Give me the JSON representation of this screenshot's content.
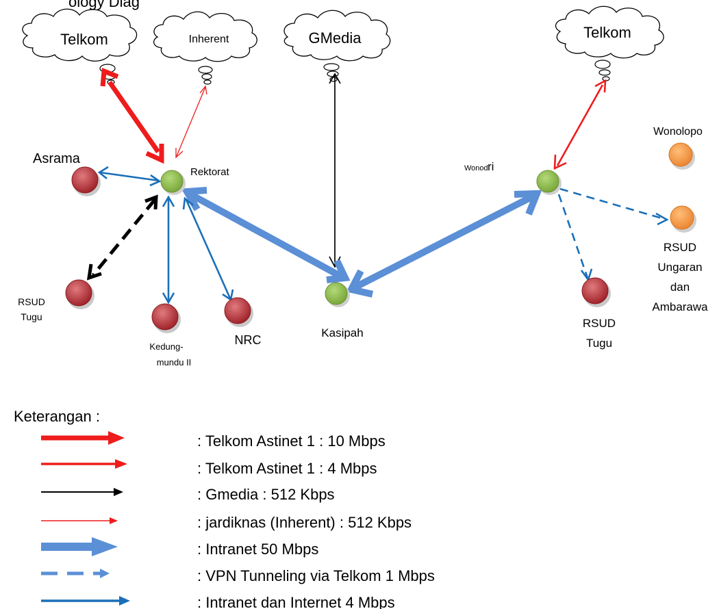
{
  "header_partial": "ology Diag",
  "clouds": {
    "telkom_left": "Telkom",
    "inherent": "Inherent",
    "gmedia": "GMedia",
    "telkom_right": "Telkom"
  },
  "nodes": {
    "asrama": "Asrama",
    "rektorat": "Rektorat",
    "rsud_tugu_left": [
      "RSUD",
      "Tugu"
    ],
    "kedungmundu": [
      "Kedung-",
      "mundu II"
    ],
    "nrc": "NRC",
    "kasipah": "Kasipah",
    "wonodri_small": "Wonod",
    "wonodri_large": "ri",
    "wonolopo": "Wonolopo",
    "rsud_ungaran": [
      "RSUD",
      "Ungaran",
      "dan",
      "Ambarawa"
    ],
    "rsud_tugu_right": [
      "RSUD",
      "Tugu"
    ]
  },
  "legend": {
    "title": "Keterangan :",
    "items": [
      {
        "text": ": Telkom Astinet 1 : 10 Mbps",
        "style": "red-thick"
      },
      {
        "text": ": Telkom Astinet 1 : 4 Mbps",
        "style": "red-medium"
      },
      {
        "text": ": Gmedia : 512 Kbps",
        "style": "black-thin"
      },
      {
        "text": ": jardiknas (Inherent) : 512 Kbps",
        "style": "red-thin"
      },
      {
        "text": ": Intranet 50 Mbps",
        "style": "blue-wide"
      },
      {
        "text": ": VPN Tunneling via Telkom 1 Mbps",
        "style": "blue-dashed"
      },
      {
        "text": ": Intranet dan Internet 4 Mbps",
        "style": "blue-medium"
      }
    ]
  },
  "colors": {
    "red": "#ee1c1c",
    "black": "#000000",
    "blue_wide": "#5b8fd6",
    "blue": "#1a6fb8",
    "node_green": "#8db84a",
    "node_red": "#b8343a",
    "node_orange": "#f0923c"
  }
}
